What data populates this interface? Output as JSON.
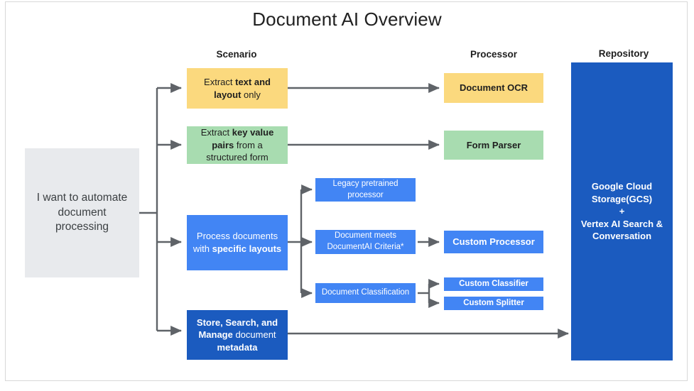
{
  "page": {
    "title": "Document AI Overview",
    "background": "#ffffff",
    "frame_border": "#d8d8d8"
  },
  "columns": [
    {
      "name": "scenario",
      "label": "Scenario"
    },
    {
      "name": "processor",
      "label": "Processor"
    },
    {
      "name": "repository",
      "label": "Repository"
    }
  ],
  "colors": {
    "gray": "#e8eaed",
    "yellow": "#fbd97e",
    "green": "#a8dcb0",
    "blue": "#4285f4",
    "dark_blue": "#1b5bbf",
    "connector": "#5f6368",
    "text_dark": "#1f1f1f",
    "text_light": "#ffffff"
  },
  "nodes": {
    "start": {
      "lines": [
        "I want to automate",
        "document",
        "processing"
      ],
      "color": "#e8eaed"
    },
    "scenario_ocr": {
      "line1_plain": "Extract ",
      "line1_bold": "text and",
      "line2_bold": "layout",
      "line2_plain": " only",
      "color": "#fbd97e"
    },
    "scenario_form": {
      "line1_plain": "Extract ",
      "line1_bold": "key value",
      "line2_bold": "pairs",
      "line2_plain": " from a",
      "line3_plain": "structured form",
      "color": "#a8dcb0"
    },
    "scenario_custom": {
      "line1_plain": "Process documents",
      "line2_plain": "with ",
      "line2_bold": "specific layouts",
      "color": "#4285f4"
    },
    "scenario_store": {
      "line1_bold": "Store, Search, and",
      "line2_bold": "Manage",
      "line2_plain": " document",
      "line3_bold": "metadata",
      "color": "#1b5bbf"
    },
    "legacy_processor": {
      "line1": "Legacy pretrained",
      "line2": "processor",
      "color": "#4285f4"
    },
    "criteria": {
      "line1": "Document meets",
      "line2": "DocumentAI Criteria*",
      "color": "#4285f4"
    },
    "classification": {
      "line1": "Document Classification",
      "color": "#4285f4"
    },
    "document_ocr": {
      "label": "Document OCR",
      "color": "#fbd97e"
    },
    "form_parser": {
      "label": "Form Parser",
      "color": "#a8dcb0"
    },
    "custom_processor": {
      "label": "Custom Processor",
      "color": "#4285f4"
    },
    "custom_classifier": {
      "label": "Custom Classifier",
      "color": "#4285f4"
    },
    "custom_splitter": {
      "label": "Custom Splitter",
      "color": "#4285f4"
    },
    "repository": {
      "line1": "Google Cloud",
      "line2": "Storage(GCS)",
      "line3": "+",
      "line4": "Vertex AI Search &",
      "line5": "Conversation",
      "color": "#1b5bbf"
    }
  }
}
